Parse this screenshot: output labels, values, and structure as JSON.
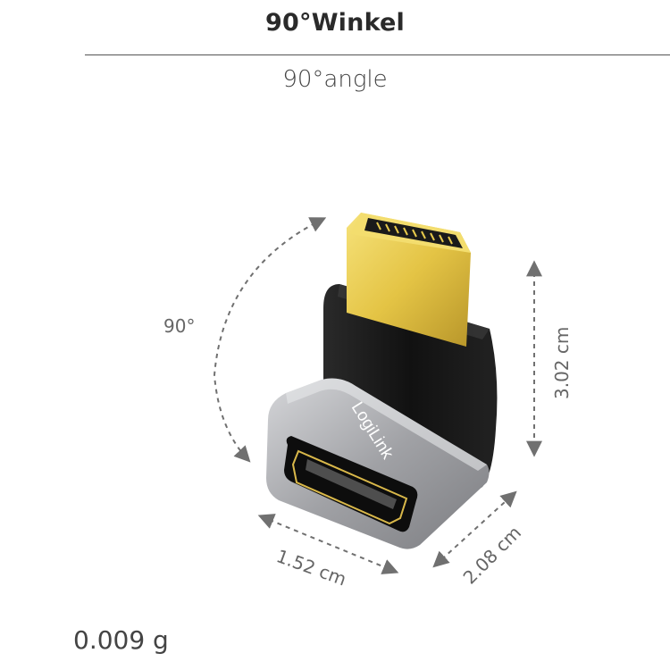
{
  "title": "90°Winkel",
  "subtitle": "90°angle",
  "product": {
    "brand": "LogiLink"
  },
  "dimensions": {
    "angle": "90°",
    "height": "3.02 cm",
    "width": "1.52 cm",
    "depth": "2.08 cm"
  },
  "weight": "0.009 g",
  "colors": {
    "connector_gold": "#e4c445",
    "housing_black": "#141414",
    "housing_silver": "#a8a9ad",
    "dimension_line": "#707070"
  }
}
